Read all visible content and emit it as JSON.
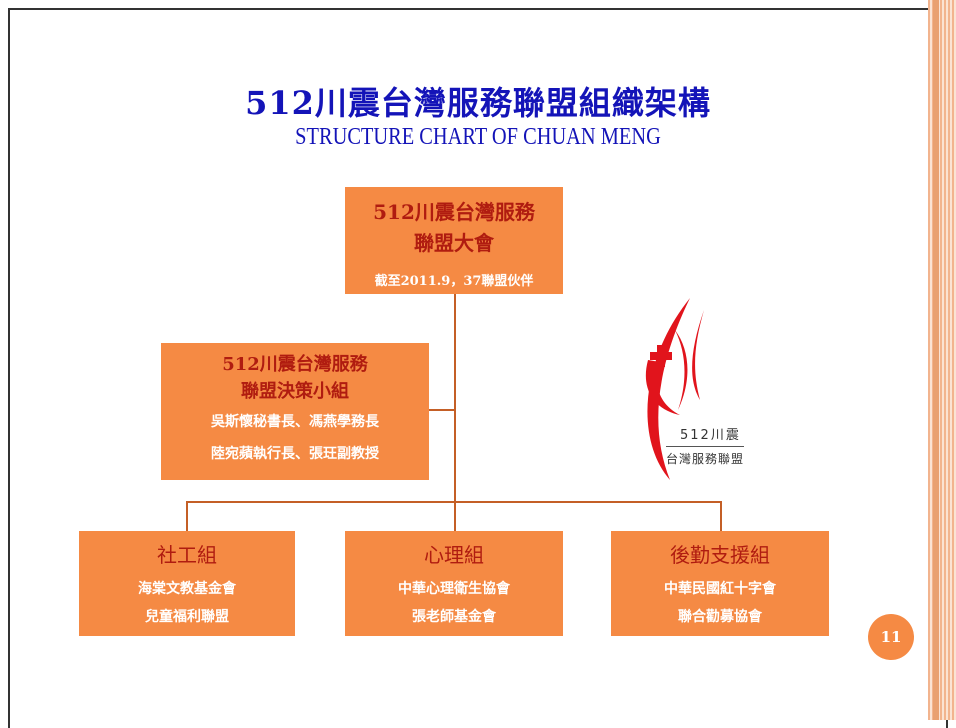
{
  "slide": {
    "title_cn": "512川震台灣服務聯盟組織架構",
    "title_en": "STRUCTURE CHART OF CHUAN MENG",
    "page_number": "11"
  },
  "org": {
    "top": {
      "line1": "512川震台灣服務",
      "line2": "聯盟大會",
      "note": "截至2011.9，37聯盟伙伴"
    },
    "decision": {
      "line1": "512川震台灣服務",
      "line2": "聯盟決策小組",
      "member1": "吳斯懷秘書長、馮燕學務長",
      "member2": "陸宛蘋執行長、張玨副教授"
    },
    "groups": [
      {
        "name": "社工組",
        "m1": "海棠文教基金會",
        "m2": "兒童福利聯盟"
      },
      {
        "name": "心理組",
        "m1": "中華心理衛生協會",
        "m2": "張老師基金會"
      },
      {
        "name": "後勤支援組",
        "m1": "中華民國紅十字會",
        "m2": "聯合勸募協會"
      }
    ]
  },
  "logo": {
    "line1": "512川震",
    "line2": "台灣服務聯盟",
    "red": "#e1141c",
    "icon": "red-cross-hands-logo"
  },
  "colors": {
    "box": "#f58a44",
    "head_text": "#b01c10",
    "title": "#1414b8",
    "line": "#c45f26"
  }
}
